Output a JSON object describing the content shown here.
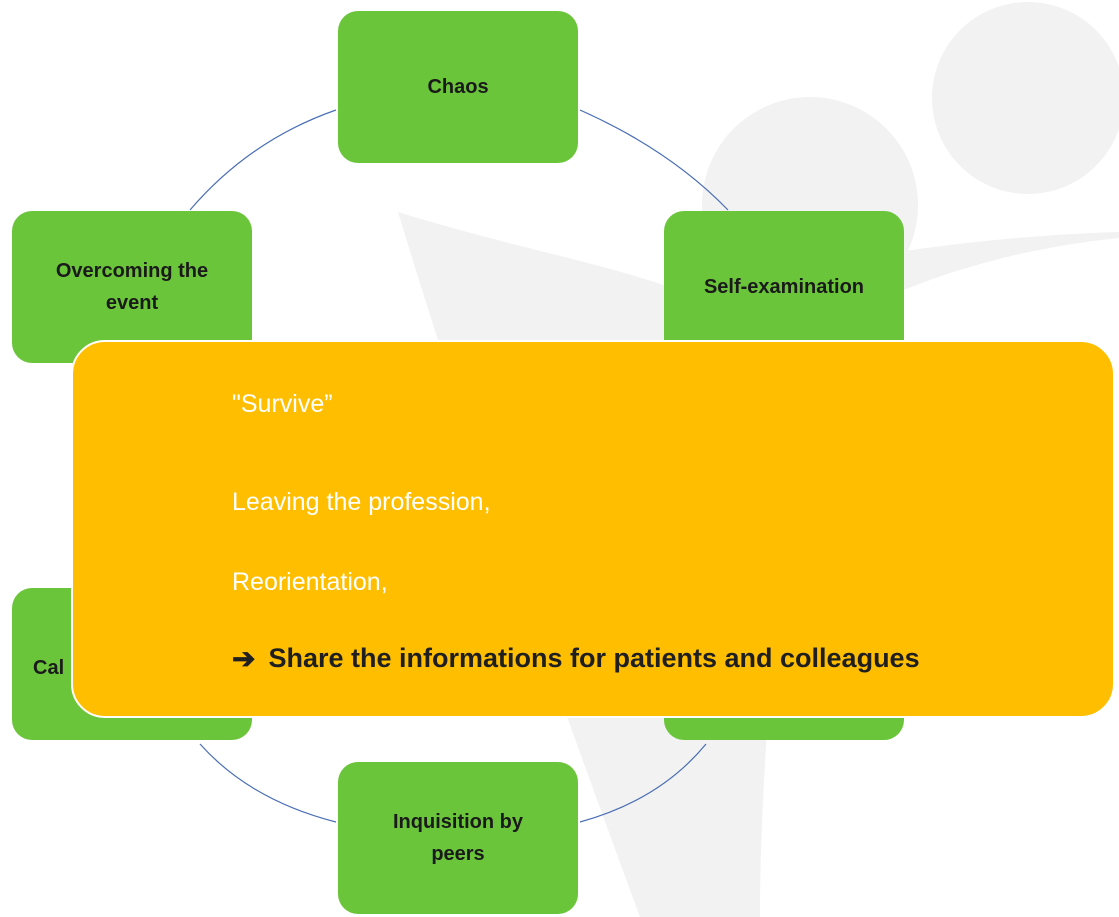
{
  "nodes": {
    "chaos": "Chaos",
    "overcoming": "Overcoming the event",
    "self_examination": "Self-examination",
    "calling": "Cal",
    "stand": "",
    "inquisition": "Inquisition by peers"
  },
  "overlay": {
    "line1": "\"Survive”",
    "line2": "Leaving the profession,",
    "line3": "Reorientation,",
    "line4": "Share the informations for patients and colleagues"
  },
  "icons": {
    "arrow": "arrow-right-icon"
  },
  "colors": {
    "node_fill": "#6bc53a",
    "overlay_fill": "#ffbf00",
    "connector": "#4a6fb5",
    "logo": "#f2f2f2"
  }
}
